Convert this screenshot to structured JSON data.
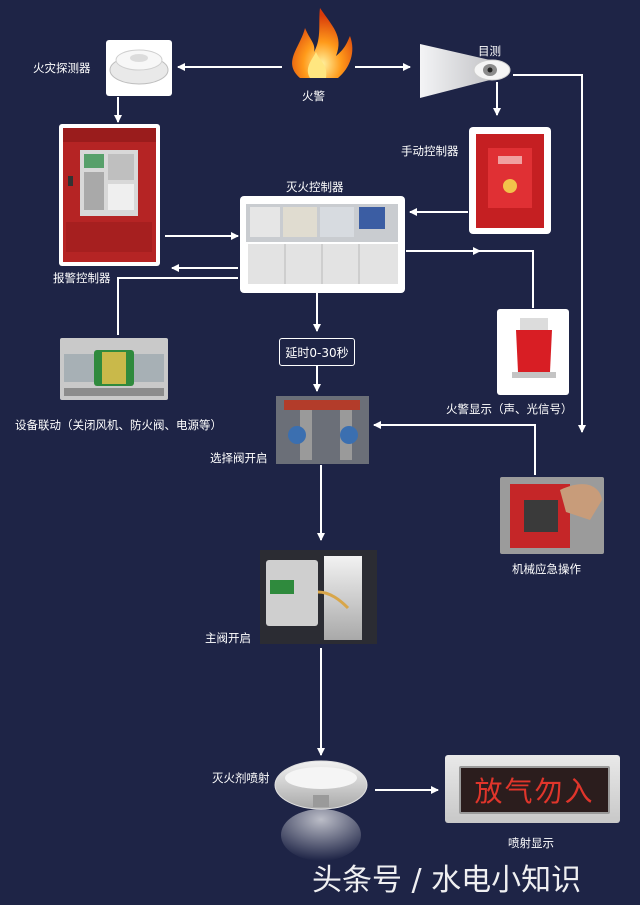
{
  "nodes": {
    "fire": "火警",
    "smoke_detector": "火灾探测器",
    "visual_detection": "目测",
    "manual_controller": "手动控制器",
    "extinguish_controller": "灭火控制器",
    "alarm_controller": "报警控制器",
    "equipment_linkage": "设备联动（关闭风机、防火阀、电源等）",
    "fire_alarm_display": "火警显示（声、光信号）",
    "delay": "延时0-30秒",
    "selector_valve": "选择阀开启",
    "mechanical_emergency": "机械应急操作",
    "main_valve": "主阀开启",
    "agent_spray": "灭火剂喷射",
    "spray_display": "喷射显示"
  },
  "led_sign_text": "放气勿入",
  "watermark": "头条号 / 水电小知识",
  "colors": {
    "background": "#1e2446",
    "arrow": "#ffffff",
    "cabinet_red": "#b52424",
    "led_red": "#e0352b"
  }
}
